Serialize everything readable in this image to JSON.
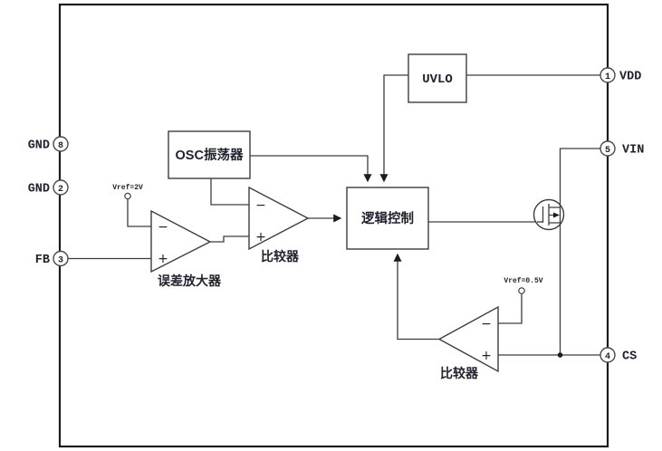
{
  "diagram_title": "power-ic-functional-block-diagram",
  "pins": [
    {
      "name": "GND",
      "number": "8",
      "side": "left"
    },
    {
      "name": "GND",
      "number": "2",
      "side": "left"
    },
    {
      "name": "FB",
      "number": "3",
      "side": "left"
    },
    {
      "name": "VDD",
      "number": "1",
      "side": "right"
    },
    {
      "name": "VIN",
      "number": "5",
      "side": "right"
    },
    {
      "name": "CS",
      "number": "4",
      "side": "right"
    }
  ],
  "blocks": {
    "uvlo": "UVLO",
    "osc": "OSC振荡器",
    "logic": "逻辑控制"
  },
  "labels": {
    "error_amp": "误差放大器",
    "comparator1": "比较器",
    "comparator2": "比较器",
    "vref2": "Vref=2V",
    "vref05": "Vref=0.5V",
    "minus": "−",
    "plus": "+"
  },
  "colors": {
    "background": "#ffffff",
    "line": "#3d3d3d",
    "border": "#1c1c1c",
    "text": "#22222e"
  }
}
